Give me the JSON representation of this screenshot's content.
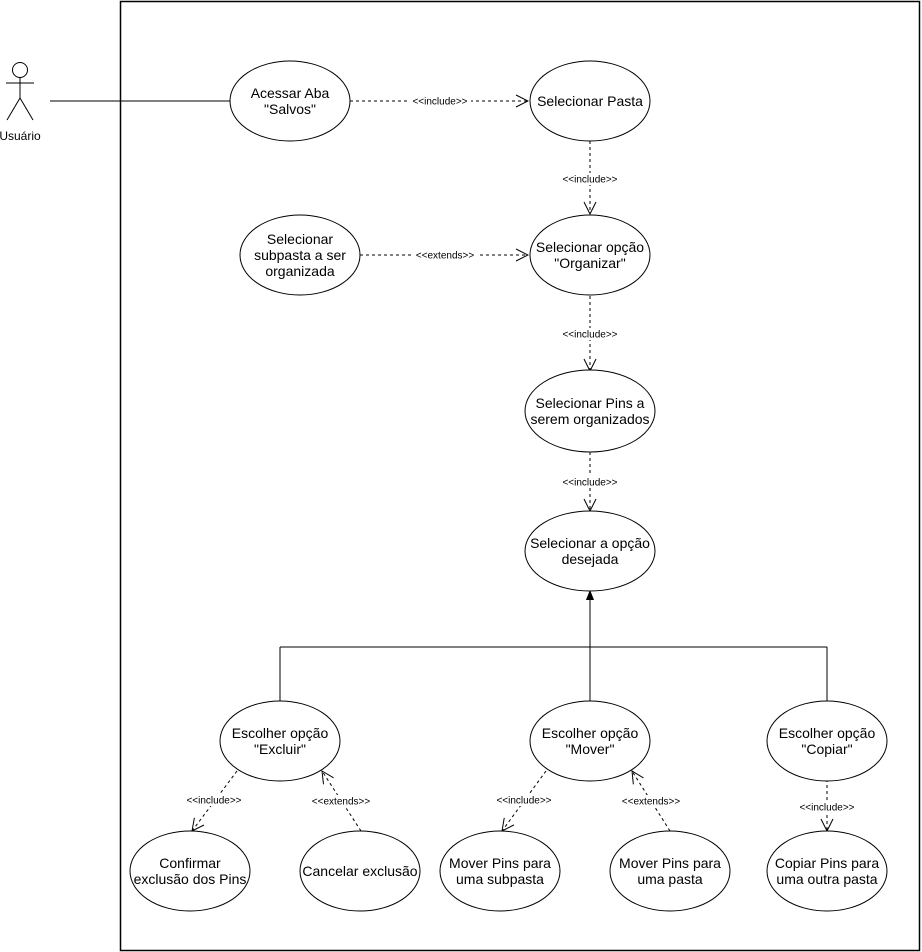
{
  "actor": {
    "name": "Usuário"
  },
  "use_cases": {
    "acessar_aba": [
      "Acessar Aba",
      "\"Salvos\""
    ],
    "selecionar_pasta": [
      "Selecionar Pasta"
    ],
    "selecionar_subpasta": [
      "Selecionar",
      "subpasta a ser",
      "organizada"
    ],
    "selecionar_organizar": [
      "Selecionar opção",
      "\"Organizar\""
    ],
    "selecionar_pins": [
      "Selecionar Pins a",
      "serem organizados"
    ],
    "selecionar_opcao": [
      "Selecionar a opção",
      "desejada"
    ],
    "escolher_excluir": [
      "Escolher opção",
      "\"Excluir\""
    ],
    "escolher_mover": [
      "Escolher opção",
      "\"Mover\""
    ],
    "escolher_copiar": [
      "Escolher opção",
      "\"Copiar\""
    ],
    "confirmar_exclusao": [
      "Confirmar",
      "exclusão dos Pins"
    ],
    "cancelar_exclusao": [
      "Cancelar exclusão"
    ],
    "mover_subpasta": [
      "Mover Pins para",
      "uma subpasta"
    ],
    "mover_pasta": [
      "Mover Pins para",
      "uma pasta"
    ],
    "copiar_pins": [
      "Copiar Pins para",
      "uma outra pasta"
    ]
  },
  "relations": {
    "include": "<<include>>",
    "extends": "<<extends>>"
  }
}
